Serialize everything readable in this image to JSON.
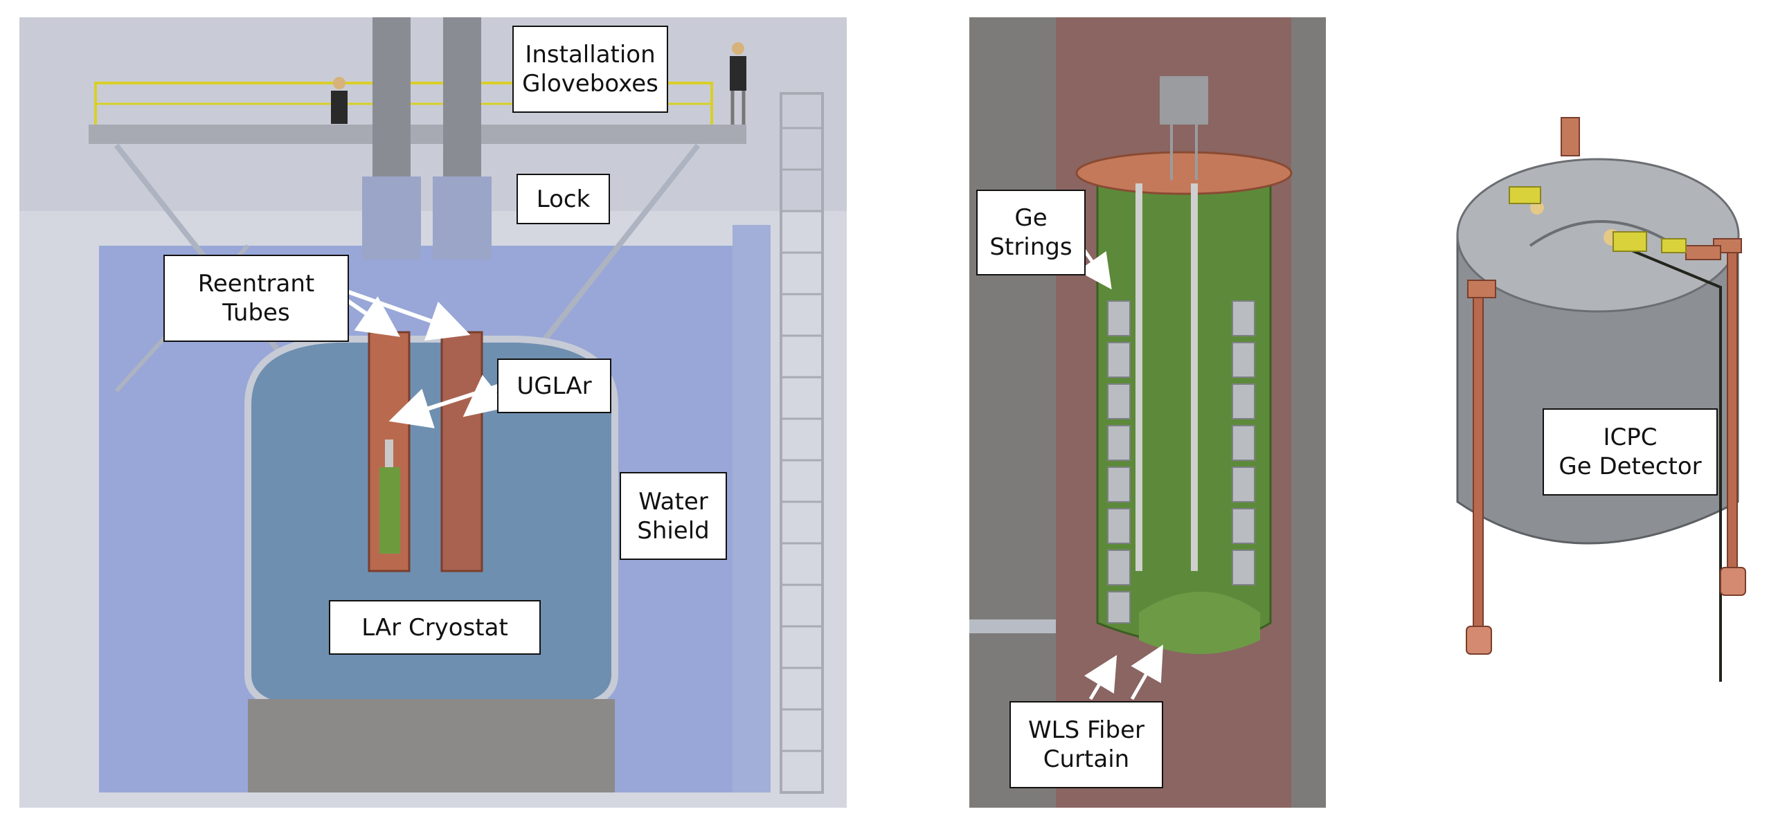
{
  "figure": {
    "panel_a": {
      "labels": {
        "gloveboxes": "Installation\nGloveboxes",
        "lock": "Lock",
        "reentrant": "Reentrant\nTubes",
        "uglar": "UGLAr",
        "water": "Water\nShield",
        "cryostat": "LAr Cryostat"
      }
    },
    "panel_b": {
      "labels": {
        "strings": "Ge\nStrings",
        "fiber": "WLS Fiber\nCurtain"
      }
    },
    "panel_c": {
      "labels": {
        "detector": "ICPC\nGe Detector"
      }
    },
    "colors": {
      "water": "#8d9fd6",
      "cryostat": "#6f8fb0",
      "copper": "#b96a4e",
      "fiber_green": "#5d8a3a",
      "germanium": "#8c8f93",
      "kapton": "#d9d23a"
    }
  }
}
